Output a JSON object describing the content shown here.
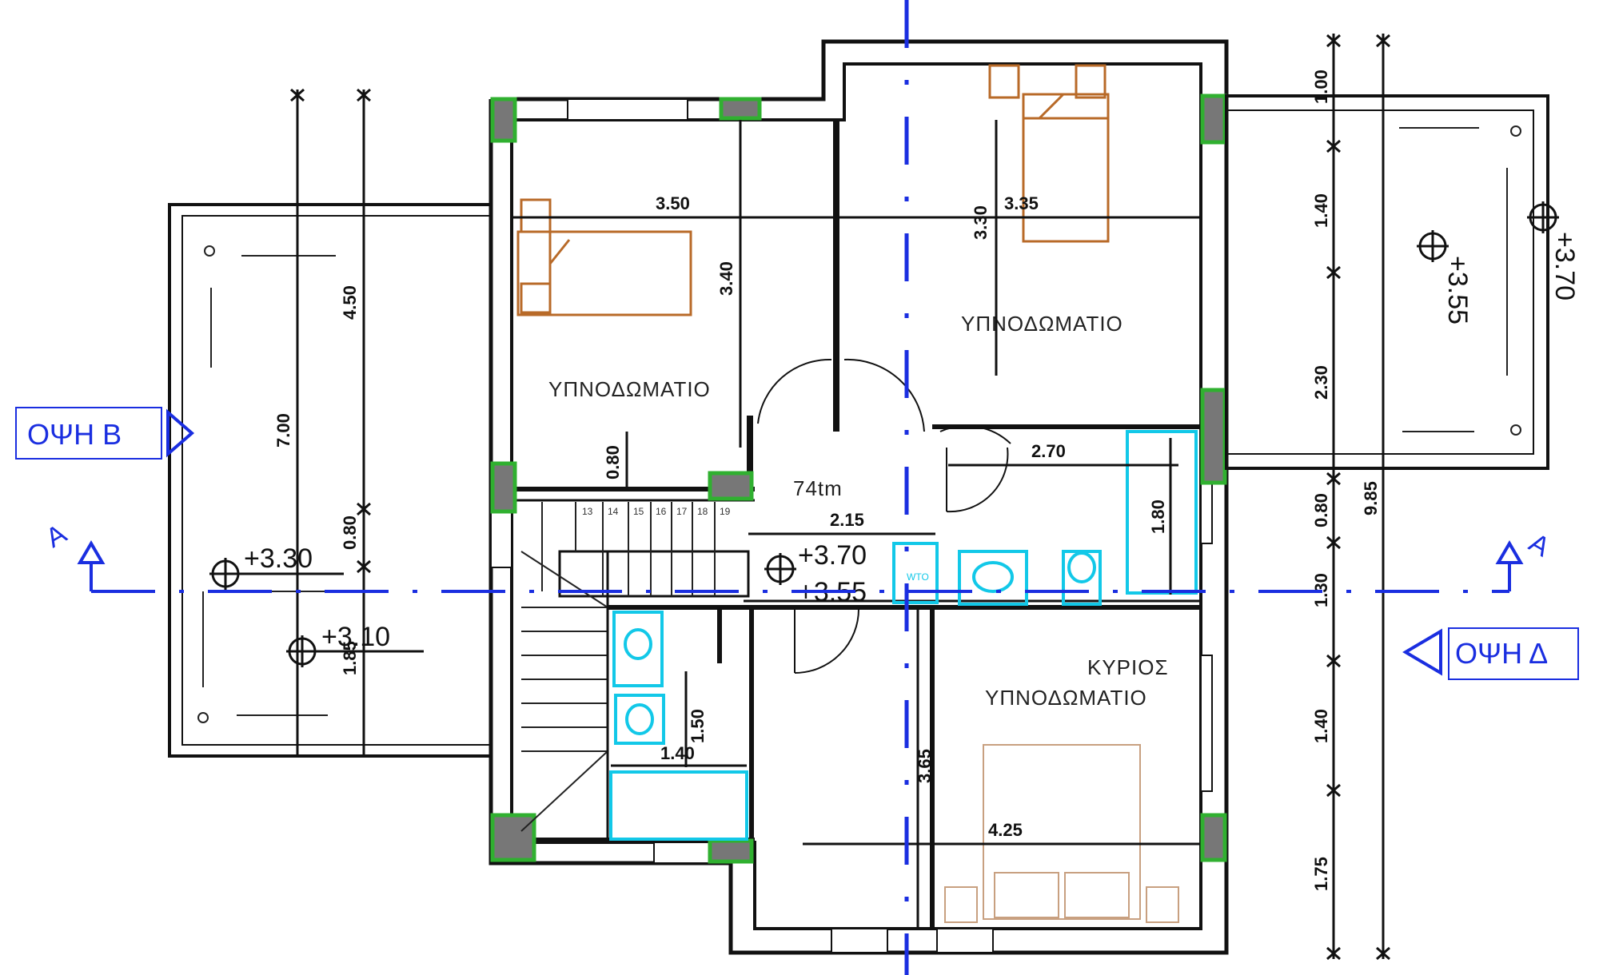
{
  "rooms": {
    "bedroom_left": "ΥΠΝΟΔΩΜΑΤΙΟ",
    "bedroom_right": "ΥΠΝΟΔΩΜΑΤΙΟ",
    "master_line1": "ΚΥΡΙΟΣ",
    "master_line2": "ΥΠΝΟΔΩΜΑΤΙΟ",
    "hall_area": "74tm",
    "wc_label": "WTO"
  },
  "dimensions": {
    "d_350": "3.50",
    "d_340": "3.40",
    "d_330": "3.30",
    "d_335": "3.35",
    "d_270": "2.70",
    "d_215": "2.15",
    "d_080a": "0.80",
    "d_180": "1.80",
    "d_140b": "1.40",
    "d_150": "1.50",
    "d_365": "3.65",
    "d_425": "4.25",
    "d_450": "4.50",
    "d_700": "7.00",
    "d_080b": "0.80",
    "d_185": "1.85",
    "r_100": "1.00",
    "r_140a": "1.40",
    "r_230": "2.30",
    "r_080": "0.80",
    "r_130": "1.30",
    "r_140b": "1.40",
    "r_175": "1.75",
    "r_985": "9.85"
  },
  "levels": {
    "left_330": "+3.30",
    "left_310": "+3.10",
    "hall_370": "+3.70",
    "hall_355": "+3.55",
    "right_355": "+3.55",
    "right_370": "+3.70"
  },
  "elevations": {
    "view_b": "ΟΨΗ Β",
    "view_d": "ΟΨΗ Δ",
    "section_left": "A",
    "section_right": "A"
  },
  "stairs": {
    "numbers": [
      "13",
      "14",
      "15",
      "16",
      "17",
      "18",
      "19"
    ]
  },
  "colors": {
    "walls": "#111111",
    "furniture": "#b86a28",
    "sanitary": "#12c8e8",
    "axis": "#1a2ee0",
    "columns": "#30b030"
  }
}
